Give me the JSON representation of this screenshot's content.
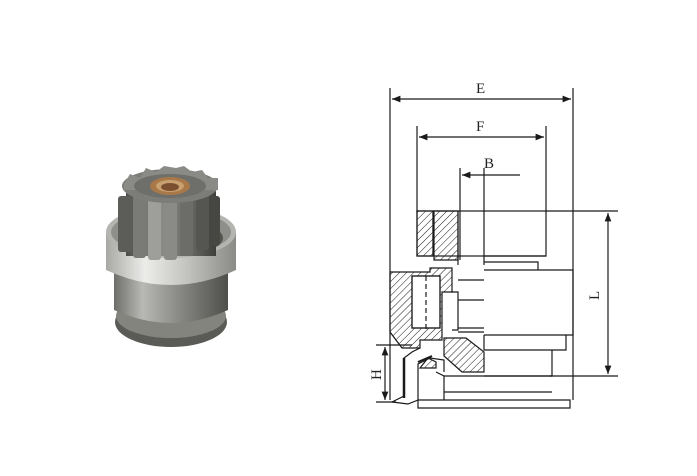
{
  "figure": {
    "photo": {
      "subject": "starter-drive-pinion",
      "colors": {
        "metal_light": "#d4d4d0",
        "metal_mid": "#9a9a96",
        "metal_dark": "#5e5e5a",
        "gear_dark": "#6a6a66",
        "bushing": "#a87848"
      }
    },
    "drawing": {
      "line_color": "#1a1a1a",
      "dimensions": {
        "E": "E",
        "F": "F",
        "B": "B",
        "L": "L",
        "H": "H"
      }
    }
  }
}
